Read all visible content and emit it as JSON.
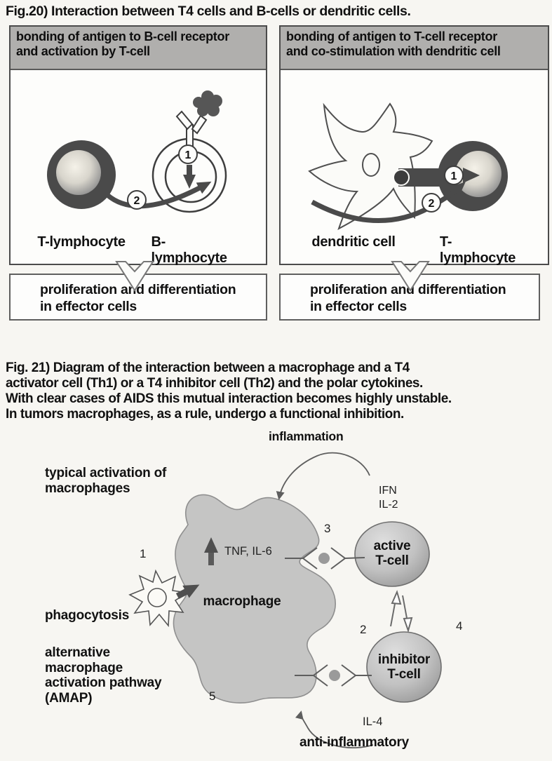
{
  "fig20": {
    "title": "Fig.20)   Interaction between T4 cells and B-cells or dendritic cells.",
    "left": {
      "header": "bonding of antigen to B-cell receptor\nand activation by T-cell",
      "cell_left": "T-lymphocyte",
      "cell_right": "B-lymphocyte",
      "badge1": "1",
      "badge2": "2",
      "result": "proliferation and differentiation\nin effector cells"
    },
    "right": {
      "header": "bonding of antigen to T-cell receptor\nand co-stimulation with dendritic cell",
      "cell_left": "dendritic cell",
      "cell_right": "T-lymphocyte",
      "badge1": "1",
      "badge2": "2",
      "result": "proliferation and differentiation\nin effector cells"
    }
  },
  "fig21": {
    "caption_lines": [
      "Fig. 21)   Diagram of the interaction between a macrophage and a T4",
      "activator cell (Th1) or a T4 inhibitor cell (Th2) and the polar cytokines.",
      "With clear cases of AIDS this mutual interaction  becomes highly unstable.",
      "In tumors macrophages, as a rule, undergo a functional inhibition."
    ],
    "labels": {
      "inflammation": "inflammation",
      "typical_activation": "typical activation of\nmacrophages",
      "ifn_il2": "IFN\nIL-2",
      "tnf_il6": "TNF, IL-6",
      "macrophage": "macrophage",
      "phagocytosis": "phagocytosis",
      "amap": "alternative\nmacrophage\nactivation pathway\n(AMAP)",
      "active_tcell": "active\nT-cell",
      "inhibitor_tcell": "inhibitor\nT-cell",
      "il4": "IL-4",
      "anti_inflammatory": "anti-inflammatory",
      "n1": "1",
      "n2": "2",
      "n3": "3",
      "n4": "4",
      "n5": "5"
    }
  },
  "colors": {
    "header_gray": "#b0afad",
    "cell_dark": "#4a4a4a",
    "macrophage_fill": "#c5c5c4",
    "tcell_fill": "#bdbdbd",
    "ligand_dot": "#9a9a9a"
  }
}
